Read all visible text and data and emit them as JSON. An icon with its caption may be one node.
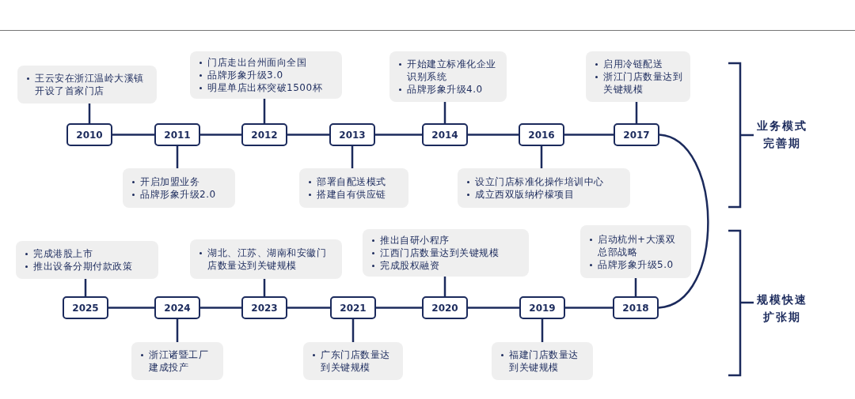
{
  "diagram": {
    "nodes": [
      {
        "text": [
          "2010"
        ]
      },
      {
        "text": [
          "2011"
        ]
      },
      {
        "text": [
          "2012"
        ]
      },
      {
        "text": [
          "2013"
        ]
      },
      {
        "text": [
          "2014"
        ]
      },
      {
        "text": [
          "2016"
        ]
      },
      {
        "text": [
          "2017"
        ]
      },
      {
        "text": [
          "2025"
        ]
      },
      {
        "text": [
          "2024"
        ]
      },
      {
        "text": [
          "2023"
        ]
      },
      {
        "text": [
          "2021"
        ]
      },
      {
        "text": [
          "2020"
        ]
      },
      {
        "text": [
          "2019"
        ]
      },
      {
        "text": [
          "2018"
        ]
      },
      {
        "text": [
          "王云安在浙江温岭大溪镇开设了首家门店"
        ]
      },
      {
        "text": [
          "门店走出台州面向全国",
          "品牌形象升级3.0",
          "明星单店出杯突破1500杯"
        ]
      },
      {
        "text": [
          "开始建立标准化企业识别系统",
          "品牌形象升级4.0"
        ]
      },
      {
        "text": [
          "启用冷链配送",
          "浙江门店数量达到关键规模"
        ]
      },
      {
        "text": [
          "开启加盟业务",
          "品牌形象升级2.0"
        ]
      },
      {
        "text": [
          "部署自配送模式",
          "搭建自有供应链"
        ]
      },
      {
        "text": [
          "设立门店标准化操作培训中心",
          "成立西双版纳柠檬项目"
        ]
      },
      {
        "text": [
          "完成港股上市",
          "推出设备分期付款政策"
        ]
      },
      {
        "text": [
          "湖北、江苏、湖南和安徽门店数量达到关键规模"
        ]
      },
      {
        "text": [
          "推出自研小程序",
          "江西门店数量达到关键规模",
          "完成股权融资"
        ]
      },
      {
        "text": [
          "启动杭州+大溪双总部战略",
          "品牌形象升级5.0"
        ]
      },
      {
        "text": [
          "浙江诸暨工厂建成投产"
        ]
      },
      {
        "text": [
          "广东门店数量达到关键规模"
        ]
      },
      {
        "text": [
          "福建门店数量达到关键规模"
        ]
      }
    ],
    "edges": [
      {
        "from": 0,
        "to": 1,
        "arrow": "none"
      },
      {
        "from": 1,
        "to": 2,
        "arrow": "none"
      },
      {
        "from": 2,
        "to": 3,
        "arrow": "none"
      },
      {
        "from": 3,
        "to": 4,
        "arrow": "none"
      },
      {
        "from": 4,
        "to": 5,
        "arrow": "none"
      },
      {
        "from": 5,
        "to": 6,
        "arrow": "none"
      },
      {
        "from": 6,
        "to": 13,
        "arrow": "none"
      },
      {
        "from": 13,
        "to": 12,
        "arrow": "none"
      },
      {
        "from": 12,
        "to": 11,
        "arrow": "none"
      },
      {
        "from": 11,
        "to": 10,
        "arrow": "none"
      },
      {
        "from": 10,
        "to": 9,
        "arrow": "none"
      },
      {
        "from": 9,
        "to": 8,
        "arrow": "none"
      },
      {
        "from": 8,
        "to": 7,
        "arrow": "none"
      },
      {
        "from": 14,
        "to": 0,
        "arrow": "none"
      },
      {
        "from": 15,
        "to": 2,
        "arrow": "none"
      },
      {
        "from": 16,
        "to": 4,
        "arrow": "none"
      },
      {
        "from": 17,
        "to": 6,
        "arrow": "none"
      },
      {
        "from": 18,
        "to": 1,
        "arrow": "none"
      },
      {
        "from": 19,
        "to": 3,
        "arrow": "none"
      },
      {
        "from": 20,
        "to": 5,
        "arrow": "none"
      },
      {
        "from": 21,
        "to": 7,
        "arrow": "none"
      },
      {
        "from": 22,
        "to": 9,
        "arrow": "none"
      },
      {
        "from": 23,
        "to": 11,
        "arrow": "none"
      },
      {
        "from": 24,
        "to": 13,
        "arrow": "none"
      },
      {
        "from": 25,
        "to": 8,
        "arrow": "none"
      },
      {
        "from": 26,
        "to": 10,
        "arrow": "none"
      },
      {
        "from": 27,
        "to": 12,
        "arrow": "none"
      }
    ],
    "labels": [
      "业务模式完善期",
      "规模快速扩张期"
    ]
  }
}
